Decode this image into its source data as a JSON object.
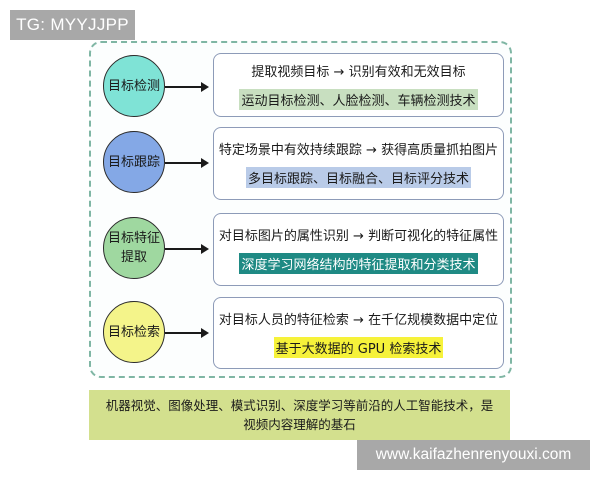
{
  "watermarks": {
    "top_left": "TG: MYYJJPP",
    "bottom_right": "www.kaifazhenrenyouxi.com"
  },
  "diagram": {
    "stages": [
      {
        "node": "目标检测",
        "node_lines": [
          "目标检测"
        ],
        "node_color": "#7fe3d6",
        "description": "提取视频目标 → 识别有效和无效目标",
        "technology": "运动目标检测、人脸检测、车辆检测技术",
        "technology_bg": "#c8dfc0",
        "technology_color": "#1a1a1a"
      },
      {
        "node": "目标跟踪",
        "node_lines": [
          "目标跟踪"
        ],
        "node_color": "#84a8e6",
        "description": "特定场景中有效持续跟踪 → 获得高质量抓拍图片",
        "technology": "多目标跟踪、目标融合、目标评分技术",
        "technology_bg": "#b9cbe8",
        "technology_color": "#1a1a1a"
      },
      {
        "node": "目标特征提取",
        "node_lines": [
          "目标特征",
          "提取"
        ],
        "node_color": "#9fd8a0",
        "description": "对目标图片的属性识别 → 判断可视化的特征属性",
        "technology": "深度学习网络结构的特征提取和分类技术",
        "technology_bg": "#1f8a84",
        "technology_color": "#ffffff"
      },
      {
        "node": "目标检索",
        "node_lines": [
          "目标检索"
        ],
        "node_color": "#f4f48a",
        "description": "对目标人员的特征检索 → 在千亿规模数据中定位",
        "technology": "基于大数据的 GPU 检索技术",
        "technology_bg": "#f6f23a",
        "technology_color": "#1a1a1a"
      }
    ],
    "summary": {
      "line1": "机器视觉、图像处理、模式识别、深度学习等前沿的人工智能技术，是",
      "line2": "视频内容理解的基石",
      "bg": "#d3e08e"
    },
    "container_border": "#7fb6a4",
    "box_border": "#8d9bb8"
  }
}
